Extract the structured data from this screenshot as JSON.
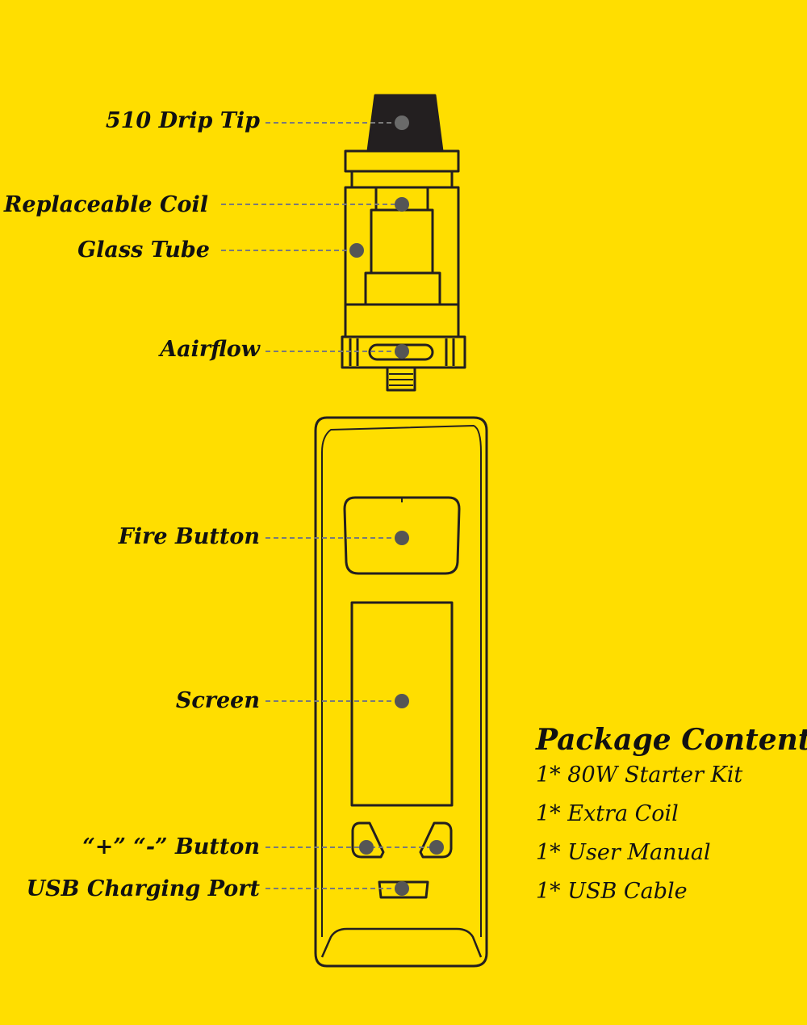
{
  "colors": {
    "background": "#FFDE00",
    "outline": "#231F20",
    "callout_dot": "#555555",
    "leader_line": "#7A7A7A"
  },
  "callouts": [
    {
      "id": "drip-tip",
      "label": "510 Drip Tip"
    },
    {
      "id": "coil",
      "label": "Replaceable Coil"
    },
    {
      "id": "glass",
      "label": "Glass Tube"
    },
    {
      "id": "airflow",
      "label": "Aairflow"
    },
    {
      "id": "fire",
      "label": "Fire Button"
    },
    {
      "id": "screen",
      "label": "Screen"
    },
    {
      "id": "plus-minus",
      "label": "“+” “-” Button"
    },
    {
      "id": "usb",
      "label": "USB Charging Port"
    }
  ],
  "package": {
    "title": "Package Content",
    "items": [
      "1* 80W Starter Kit",
      "1* Extra Coil",
      "1* User Manual",
      "1* USB Cable"
    ]
  }
}
